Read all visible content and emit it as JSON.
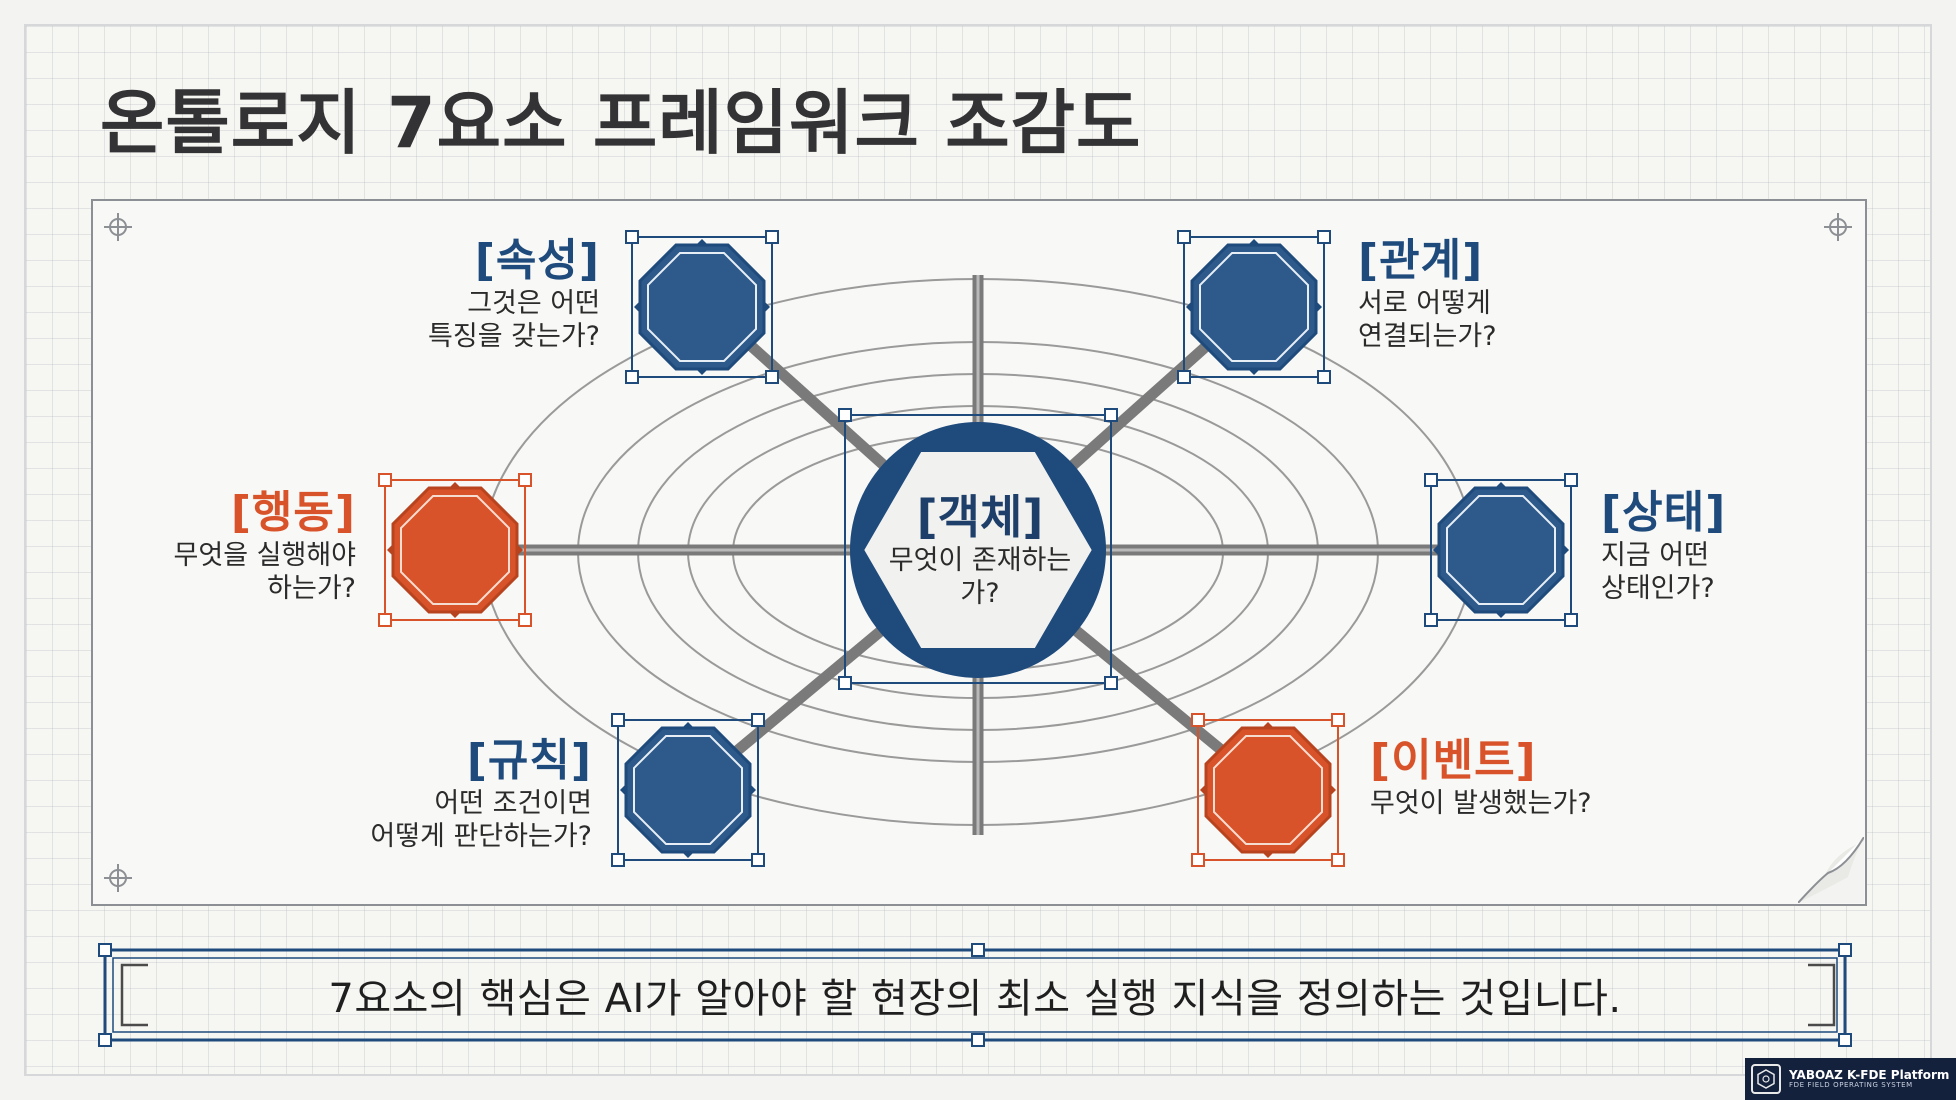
{
  "title": "온톨로지 7요소 프레임워크 조감도",
  "colors": {
    "blue": "#2d5a8a",
    "blue_dark": "#1e4a7c",
    "orange": "#d9532a",
    "spoke": "#7a7a7a"
  },
  "center": {
    "head": "[객체]",
    "question": "무엇이 존재하는가?"
  },
  "nodes": [
    {
      "id": "attribute",
      "head": "[속성]",
      "lines": [
        "그것은 어떤",
        "특징을 갖는가?"
      ],
      "color": "blue"
    },
    {
      "id": "relation",
      "head": "[관계]",
      "lines": [
        "서로 어떻게",
        "연결되는가?"
      ],
      "color": "blue"
    },
    {
      "id": "behavior",
      "head": "[행동]",
      "lines": [
        "무엇을 실행해야",
        "하는가?"
      ],
      "color": "orange"
    },
    {
      "id": "state",
      "head": "[상태]",
      "lines": [
        "지금 어떤",
        "상태인가?"
      ],
      "color": "blue"
    },
    {
      "id": "rule",
      "head": "[규칙]",
      "lines": [
        "어떤 조건이면",
        "어떻게 판단하는가?"
      ],
      "color": "blue"
    },
    {
      "id": "event",
      "head": "[이벤트]",
      "lines": [
        "무엇이 발생했는가?"
      ],
      "color": "orange"
    }
  ],
  "summary": "7요소의 핵심은 AI가 알아야 할 현장의 최소 실행 지식을 정의하는 것입니다.",
  "badge": {
    "name": "YABOAZ K-FDE Platform",
    "sub": "FDE FIELD OPERATING SYSTEM"
  }
}
